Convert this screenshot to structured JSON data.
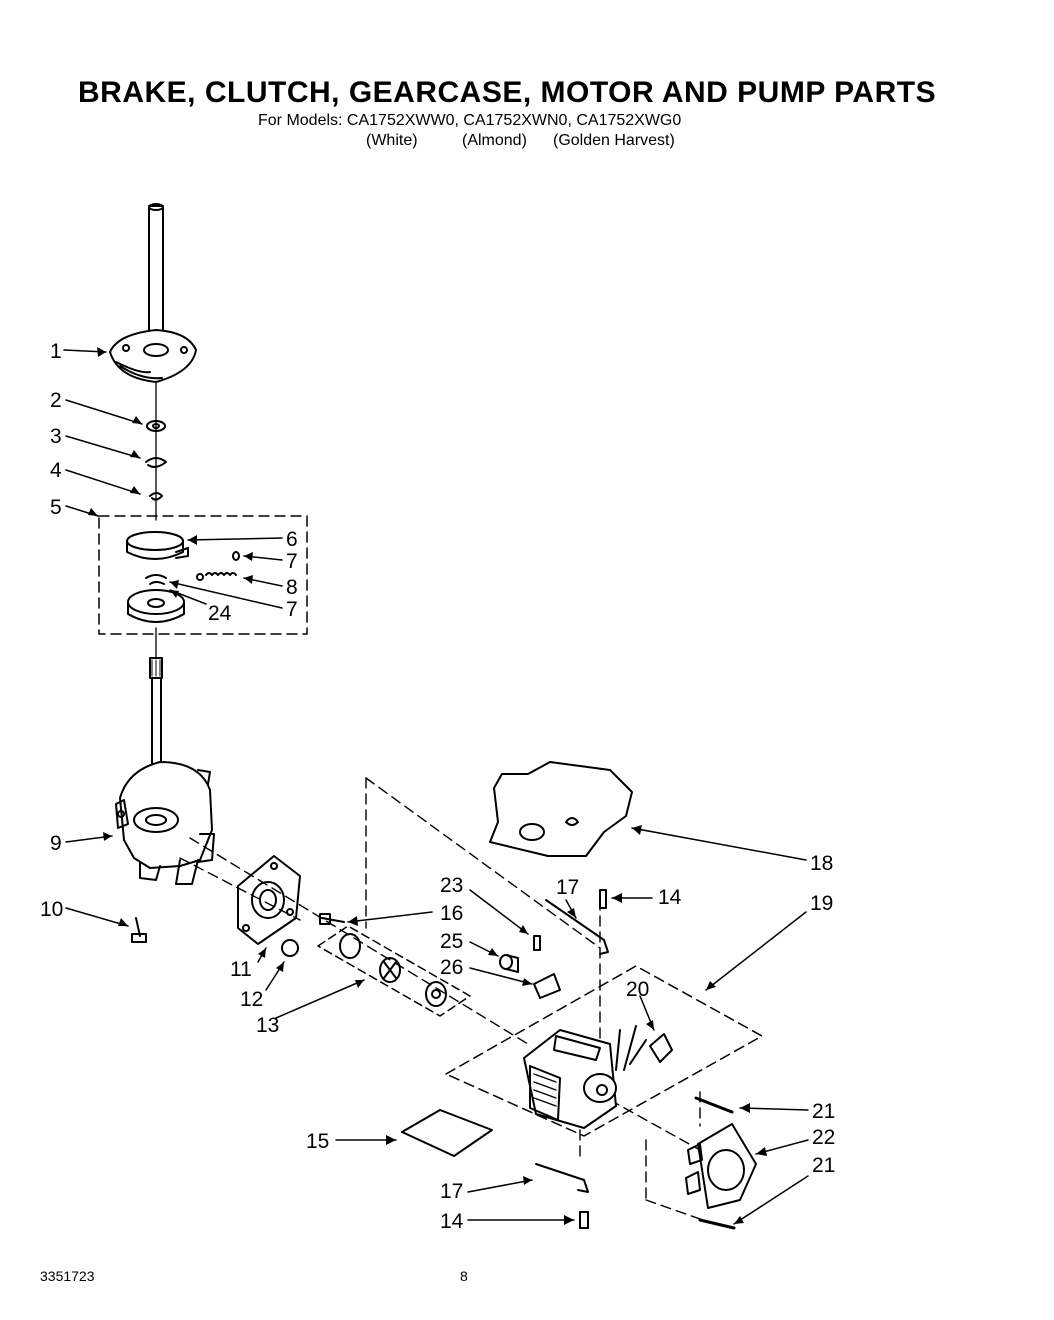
{
  "title": "BRAKE, CLUTCH, GEARCASE, MOTOR AND PUMP PARTS",
  "subtitle": "For Models: CA1752XWW0, CA1752XWN0, CA1752XWG0",
  "colors": [
    "(White)",
    "(Almond)",
    "(Golden Harvest)"
  ],
  "part_labels": [
    "1",
    "2",
    "3",
    "4",
    "5",
    "6",
    "7",
    "8",
    "7",
    "24",
    "9",
    "10",
    "11",
    "12",
    "13",
    "15",
    "16",
    "23",
    "25",
    "26",
    "17",
    "14",
    "18",
    "19",
    "20",
    "21",
    "22",
    "21",
    "17",
    "14"
  ],
  "doc_number": "3351723",
  "page_number": "8"
}
